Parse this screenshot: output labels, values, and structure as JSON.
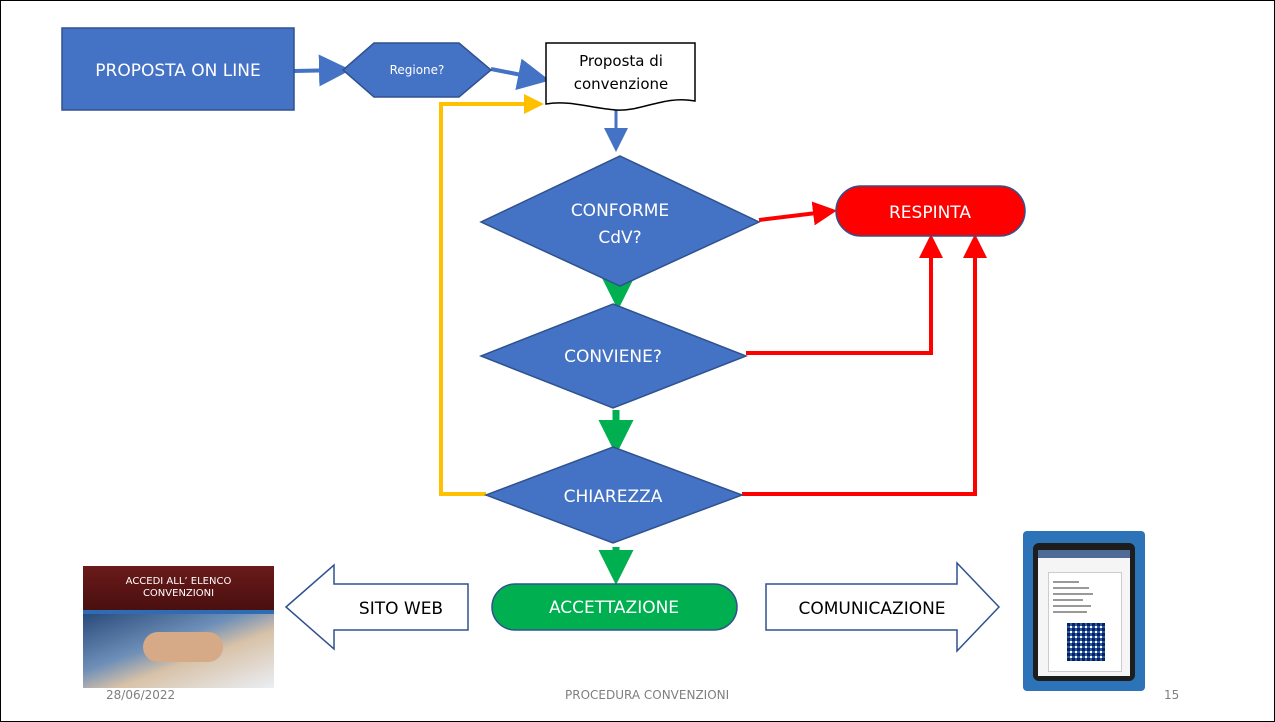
{
  "nodes": {
    "proposta_online": "PROPOSTA ON LINE",
    "regione": "Regione?",
    "proposta_convenzione_1": "Proposta di",
    "proposta_convenzione_2": "convenzione",
    "conforme_1": "CONFORME",
    "conforme_2": "CdV?",
    "respinta": "RESPINTA",
    "conviene": "CONVIENE?",
    "chiarezza": "CHIAREZZA",
    "accettazione": "ACCETTAZIONE",
    "sito_web": "SITO WEB",
    "comunicazione": "COMUNICAZIONE"
  },
  "banner": {
    "line1": "ACCEDI ALL’ ELENCO",
    "line2": "CONVENZIONI"
  },
  "footer": {
    "date": "28/06/2022",
    "title": "PROCEDURA CONVENZIONI",
    "page": "15"
  },
  "colors": {
    "node_fill": "#4472c4",
    "node_stroke": "#2f528f",
    "reject_fill": "#ff0000",
    "accept_fill": "#00b050",
    "arrow_blue": "#4472c4",
    "arrow_red": "#ff0000",
    "arrow_green": "#00b050",
    "arrow_yellow": "#ffc000"
  }
}
